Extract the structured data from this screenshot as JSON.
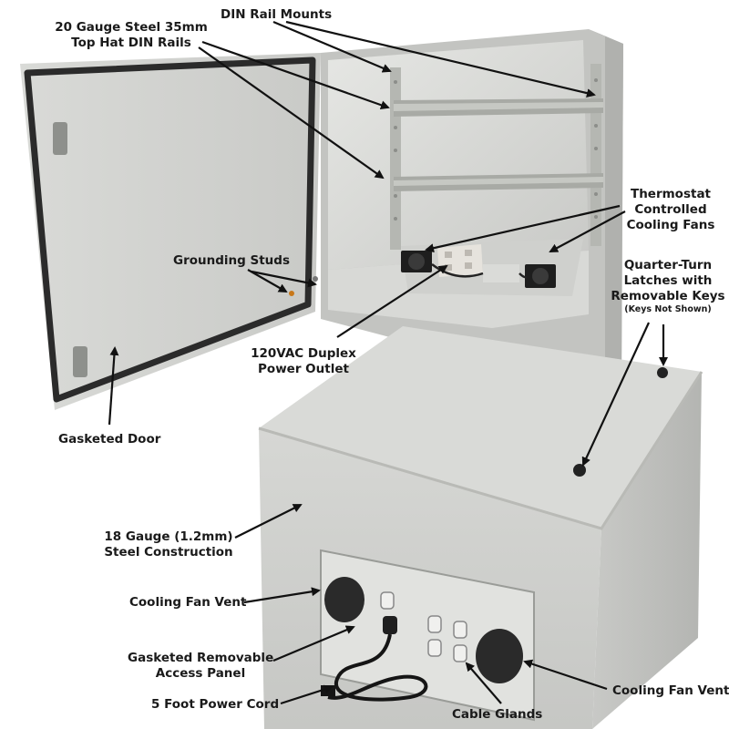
{
  "labels": {
    "din_rails": [
      "20 Gauge Steel 35mm",
      "Top Hat DIN Rails"
    ],
    "din_mounts": [
      "DIN Rail Mounts"
    ],
    "thermostat": [
      "Thermostat",
      "Controlled",
      "Cooling Fans"
    ],
    "grounding": [
      "Grounding Studs"
    ],
    "latches": [
      "Quarter-Turn",
      "Latches with",
      "Removable Keys"
    ],
    "keys_note": "(Keys Not Shown)",
    "outlet": [
      "120VAC Duplex",
      "Power Outlet"
    ],
    "gasket_door": [
      "Gasketed Door"
    ],
    "steel": [
      "18 Gauge (1.2mm)",
      "Steel Construction"
    ],
    "fan_vent_left": [
      "Cooling Fan Vent"
    ],
    "fan_vent_right": [
      "Cooling Fan Vent"
    ],
    "access_panel": [
      "Gasketed Removable",
      "Access Panel"
    ],
    "power_cord": [
      "5 Foot Power Cord"
    ],
    "cable_glands": [
      "Cable Glands"
    ]
  },
  "colors": {
    "enclosure": "#d4d5d2",
    "enclosure_shadow": "#b9bab6",
    "gasket": "#2b2b2b",
    "din_rail": "#a9aba6",
    "arrow": "#111111",
    "text": "#1a1a1a"
  }
}
